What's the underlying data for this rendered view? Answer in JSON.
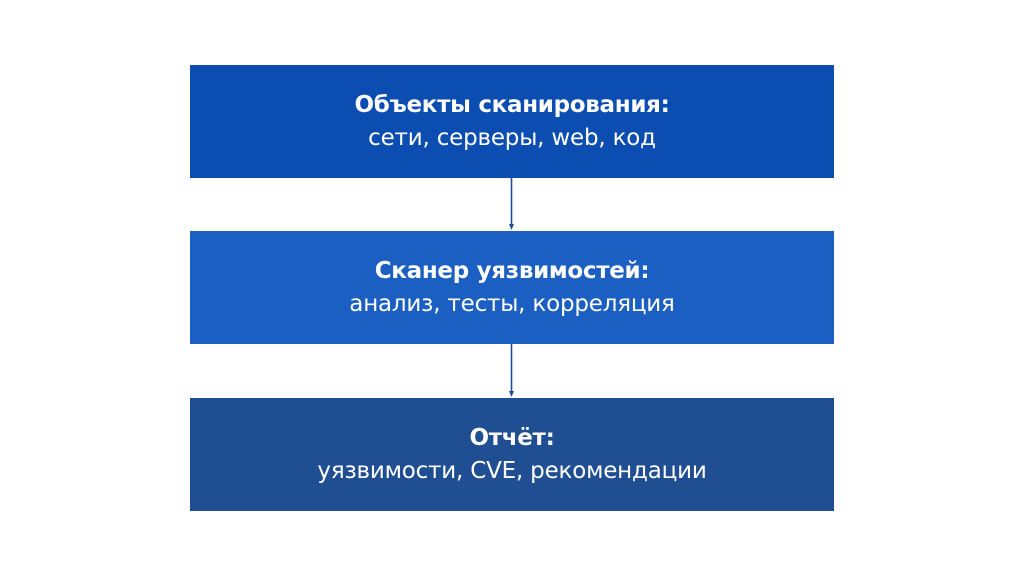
{
  "diagram": {
    "type": "flowchart",
    "direction": "top-to-bottom",
    "nodes": [
      {
        "id": "scan-objects",
        "title": "Объекты сканирования:",
        "subtitle": "сети, серверы, web, код",
        "color": "#0b4db1"
      },
      {
        "id": "scanner",
        "title": "Сканер уязвимостей:",
        "subtitle": "анализ, тесты, корреляция",
        "color": "#1a5fc1"
      },
      {
        "id": "report",
        "title": "Отчёт:",
        "subtitle": "уязвимости, CVE, рекомендации",
        "color": "#1f4e93"
      }
    ],
    "edges": [
      {
        "from": "scan-objects",
        "to": "scanner",
        "color": "#1f4e93"
      },
      {
        "from": "scanner",
        "to": "report",
        "color": "#1f4e93"
      }
    ]
  }
}
